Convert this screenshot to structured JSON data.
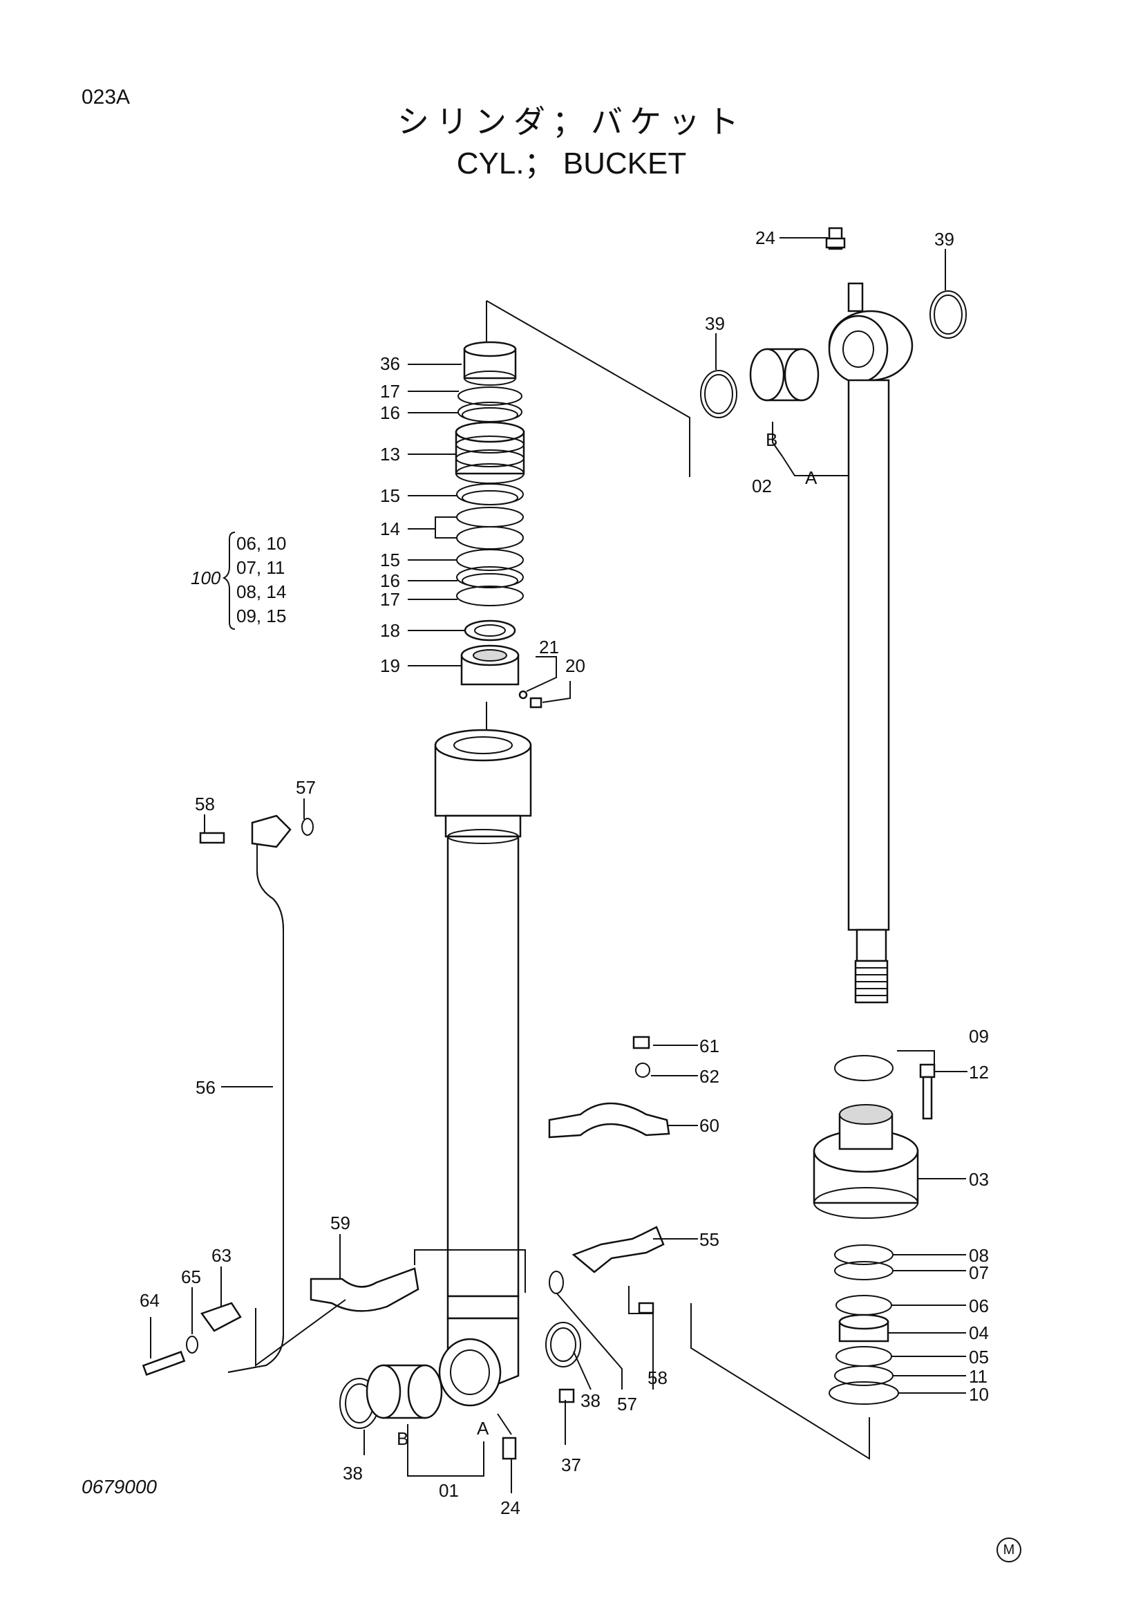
{
  "header": {
    "page_code": "023A",
    "title_jp": "シリンダ；バケット",
    "title_en": "CYL.； BUCKET"
  },
  "footer": {
    "drawing_number": "0679000",
    "mark": "M"
  },
  "kit": {
    "number": "100",
    "members": [
      "06, 10",
      "07, 11",
      "08, 14",
      "09, 15"
    ]
  },
  "callouts": {
    "p36": "36",
    "p17a": "17",
    "p16a": "16",
    "p13": "13",
    "p15a": "15",
    "p14": "14",
    "p15b": "15",
    "p16b": "16",
    "p17b": "17",
    "p18": "18",
    "p19": "19",
    "p21": "21",
    "p20": "20",
    "p24a": "24",
    "p39a": "39",
    "p39b": "39",
    "pB_rod": "B",
    "p02": "02",
    "pA_rod": "A",
    "p57a": "57",
    "p58a": "58",
    "p56": "56",
    "p61": "61",
    "p62": "62",
    "p60": "60",
    "p09": "09",
    "p12": "12",
    "p03": "03",
    "p59": "59",
    "p55": "55",
    "p08": "08",
    "p07": "07",
    "p06": "06",
    "p04": "04",
    "p05": "05",
    "p11": "11",
    "p10": "10",
    "p63": "63",
    "p64": "64",
    "p65": "65",
    "p57b": "57",
    "p58b": "58",
    "p38a": "38",
    "p38b": "38",
    "p37": "37",
    "pB_tube": "B",
    "pA_tube": "A",
    "p01": "01",
    "p24b": "24"
  }
}
